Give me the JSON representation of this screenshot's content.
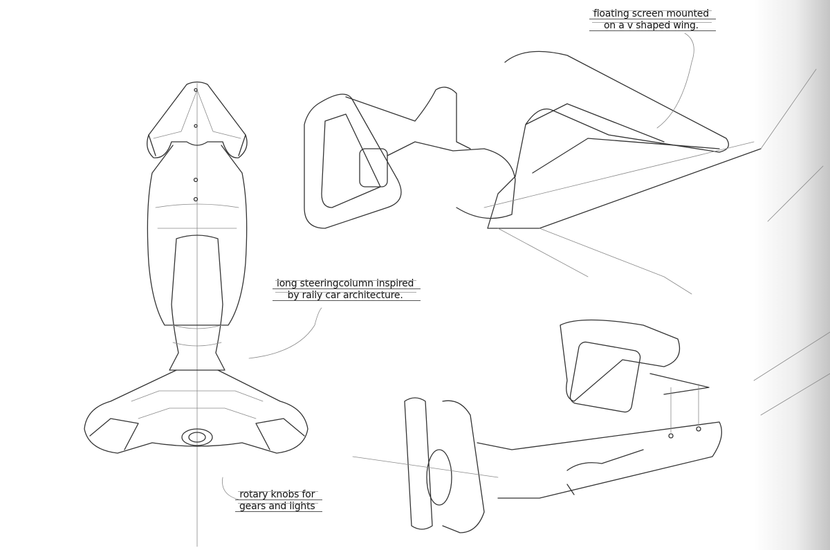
{
  "annotations": {
    "screen": [
      "floating screen mounted",
      "on a v shaped wing."
    ],
    "column": [
      "long steeringcolumn inspired",
      "by rally car architecture."
    ],
    "knobs": [
      "rotary knobs for",
      "gears and lights"
    ]
  },
  "colors": {
    "ink": "#333333",
    "paper": "#ffffff",
    "shade": "#bebebe"
  }
}
